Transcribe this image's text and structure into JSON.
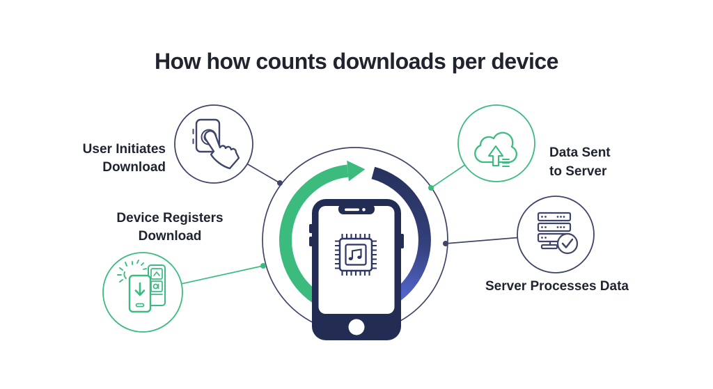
{
  "title": "How how counts downloads per device",
  "steps": [
    {
      "id": "user-initiates",
      "label": "User Initiates\nDownload"
    },
    {
      "id": "device-registers",
      "label": "Device Registers\nDownload"
    },
    {
      "id": "data-sent",
      "label": "Data Sent\nto Server"
    },
    {
      "id": "server-processes",
      "label": "Server Processes Data"
    }
  ],
  "icons": [
    {
      "name": "tap-icon",
      "meaning": "finger tapping a button"
    },
    {
      "name": "device-download-icon",
      "meaning": "phones registering a download"
    },
    {
      "name": "cloud-upload-icon",
      "meaning": "data uploaded to cloud"
    },
    {
      "name": "server-check-icon",
      "meaning": "server processing with checkmark"
    },
    {
      "name": "smartphone-icon",
      "meaning": "central device"
    },
    {
      "name": "chip-music-icon",
      "meaning": "music chip inside device"
    },
    {
      "name": "cycle-arrows-icon",
      "meaning": "green and blue circular flow arrows"
    }
  ],
  "colors": {
    "green": "#3bbc7e",
    "slate_outline": "#3e4569",
    "navy_ink": "#232c52",
    "periwinkle": "#5f74ec",
    "lavender": "#9aa1ec",
    "text": "#1e2330",
    "background": "#ffffff"
  }
}
